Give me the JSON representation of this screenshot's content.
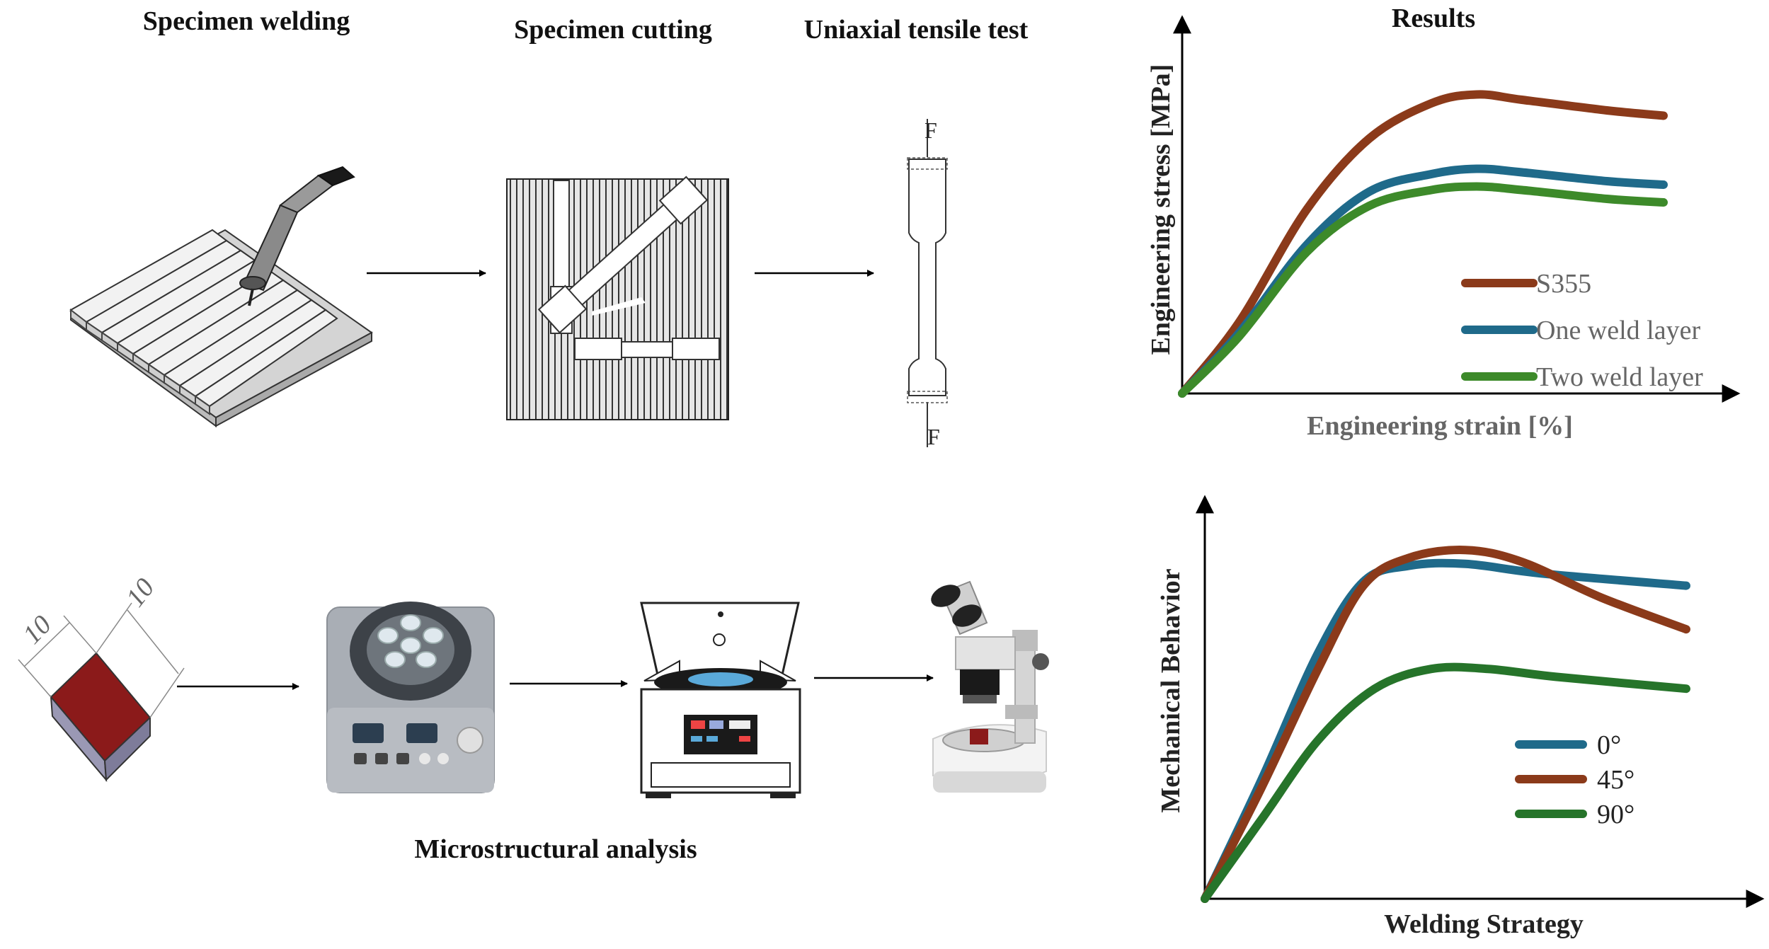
{
  "titles": {
    "specimen_welding": "Specimen welding",
    "specimen_cutting": "Specimen cutting",
    "uniaxial_tensile_test": "Uniaxial tensile test",
    "results": "Results",
    "microstructural_analysis": "Microstructural analysis"
  },
  "tensile_specimen": {
    "force_top": "F",
    "force_bottom": "F"
  },
  "cube": {
    "dim_a": "10",
    "dim_b": "10"
  },
  "colors": {
    "s355": "#8b3a1a",
    "one_weld": "#1f6a8a",
    "two_weld": "#3d8a2a",
    "deg0": "#1f6a8a",
    "deg45": "#8b3a1a",
    "deg90": "#26742a",
    "cube_top": "#8b1a1a",
    "cube_side": "#8e8ca8"
  },
  "chart_data": [
    {
      "type": "line",
      "xlabel": "Engineering strain [%]",
      "ylabel": "Engineering stress [MPa]",
      "series": [
        {
          "name": "S355",
          "points": [
            [
              0,
              0
            ],
            [
              0.1,
              0.2
            ],
            [
              0.22,
              0.52
            ],
            [
              0.33,
              0.72
            ],
            [
              0.44,
              0.82
            ],
            [
              0.52,
              0.845
            ],
            [
              0.6,
              0.83
            ],
            [
              0.75,
              0.8
            ],
            [
              0.85,
              0.785
            ]
          ]
        },
        {
          "name": "One weld layer",
          "points": [
            [
              0,
              0
            ],
            [
              0.1,
              0.17
            ],
            [
              0.22,
              0.42
            ],
            [
              0.33,
              0.57
            ],
            [
              0.44,
              0.62
            ],
            [
              0.52,
              0.635
            ],
            [
              0.6,
              0.625
            ],
            [
              0.75,
              0.6
            ],
            [
              0.85,
              0.59
            ]
          ]
        },
        {
          "name": "Two weld layer",
          "points": [
            [
              0,
              0
            ],
            [
              0.1,
              0.16
            ],
            [
              0.22,
              0.4
            ],
            [
              0.33,
              0.53
            ],
            [
              0.44,
              0.575
            ],
            [
              0.52,
              0.585
            ],
            [
              0.6,
              0.575
            ],
            [
              0.75,
              0.55
            ],
            [
              0.85,
              0.54
            ]
          ]
        }
      ]
    },
    {
      "type": "line",
      "xlabel": "Welding Strategy",
      "ylabel": "Mechanical Behavior",
      "series": [
        {
          "name": "0°",
          "points": [
            [
              0,
              0
            ],
            [
              0.1,
              0.3
            ],
            [
              0.2,
              0.62
            ],
            [
              0.28,
              0.8
            ],
            [
              0.36,
              0.84
            ],
            [
              0.46,
              0.845
            ],
            [
              0.6,
              0.82
            ],
            [
              0.85,
              0.79
            ]
          ]
        },
        {
          "name": "45°",
          "points": [
            [
              0,
              0
            ],
            [
              0.1,
              0.28
            ],
            [
              0.2,
              0.58
            ],
            [
              0.28,
              0.79
            ],
            [
              0.36,
              0.86
            ],
            [
              0.46,
              0.88
            ],
            [
              0.56,
              0.85
            ],
            [
              0.7,
              0.76
            ],
            [
              0.85,
              0.68
            ]
          ]
        },
        {
          "name": "90°",
          "points": [
            [
              0,
              0
            ],
            [
              0.1,
              0.2
            ],
            [
              0.2,
              0.4
            ],
            [
              0.3,
              0.53
            ],
            [
              0.4,
              0.58
            ],
            [
              0.5,
              0.58
            ],
            [
              0.62,
              0.56
            ],
            [
              0.85,
              0.53
            ]
          ]
        }
      ]
    }
  ]
}
